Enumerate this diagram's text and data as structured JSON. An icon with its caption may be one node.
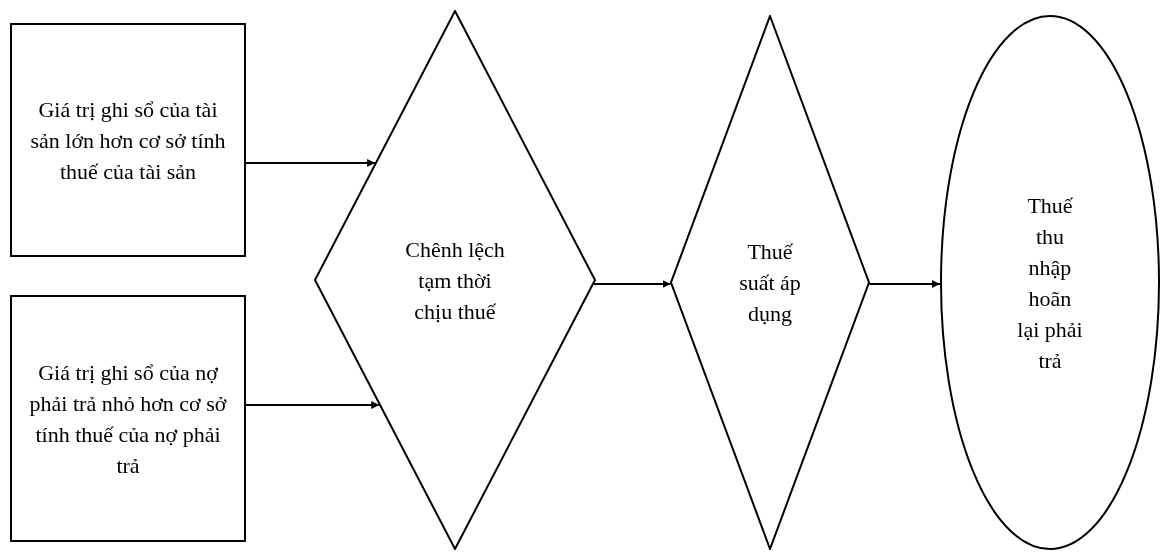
{
  "diagram": {
    "nodes": [
      {
        "text": [
          "Giá trị ghi sổ của tài sản lớn hơn cơ sở tính thuế của tài sản"
        ]
      },
      {
        "text": [
          "Giá trị ghi sổ của nợ phải trả nhỏ hơn cơ sở tính thuế của nợ phải trả"
        ]
      },
      {
        "text": [
          "Chênh lệch tạm thời chịu thuế"
        ]
      },
      {
        "text": [
          "Thuế suất áp dụng"
        ]
      },
      {
        "text": [
          "Thuế thu nhập hoãn lại phải trả"
        ]
      }
    ],
    "edges": [
      {
        "from": 0,
        "to": 2,
        "arrow": "to"
      },
      {
        "from": 1,
        "to": 2,
        "arrow": "to"
      },
      {
        "from": 2,
        "to": 3,
        "arrow": "to"
      },
      {
        "from": 3,
        "to": 4,
        "arrow": "to"
      }
    ]
  }
}
